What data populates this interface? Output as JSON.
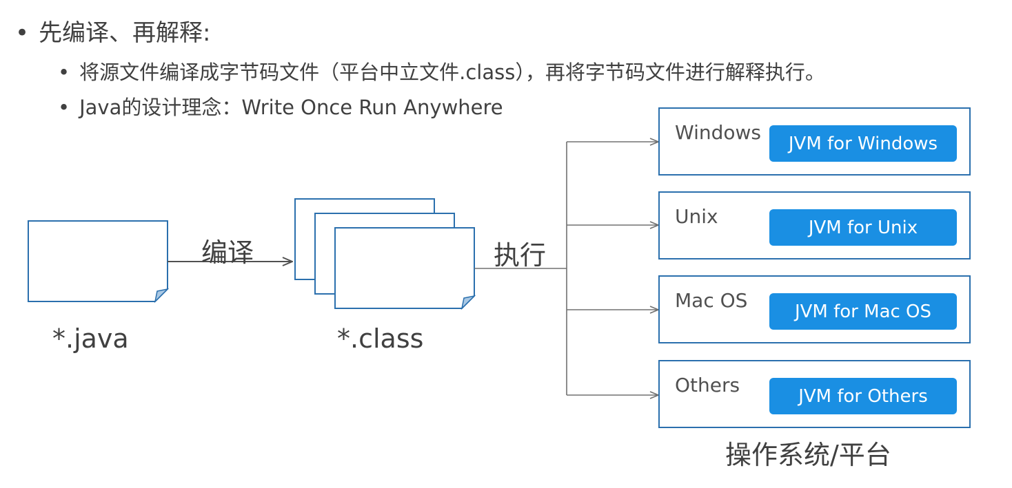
{
  "bullets": {
    "main": "先编译、再解释:",
    "sub1": "将源文件编译成字节码文件（平台中立文件.class），再将字节码文件进行解释执行。",
    "sub2": "Java的设计理念：Write Once Run Anywhere",
    "marker": "•"
  },
  "diagram": {
    "source_file_label": "*.java",
    "compile_label": "编译",
    "class_file_label": "*.class",
    "execute_label": "执行",
    "platforms": [
      {
        "name": "Windows",
        "jvm": "JVM for Windows"
      },
      {
        "name": "Unix",
        "jvm": "JVM for Unix"
      },
      {
        "name": "Mac OS",
        "jvm": "JVM for Mac OS"
      },
      {
        "name": "Others",
        "jvm": "JVM for Others"
      }
    ],
    "platform_caption": "操作系统/平台"
  },
  "colors": {
    "text": "#404040",
    "border": "#2a6fad",
    "jvm_fill": "#1a8fe3",
    "fold": "#a9c8e4",
    "connector": "#707070"
  }
}
